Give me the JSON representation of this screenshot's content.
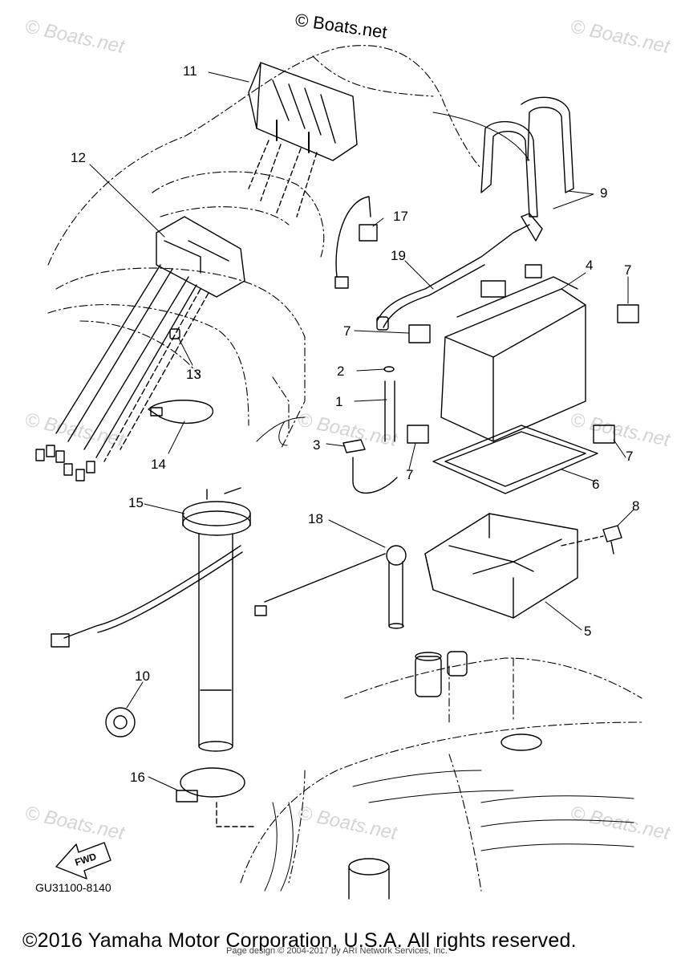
{
  "header_watermark": "© Boats.net",
  "watermark_text": "© Boats.net",
  "fwd_label": "FWD",
  "diagram_code": "GU31100-8140",
  "copyright": "©2016 Yamaha Motor Corporation, U.S.A. All rights reserved.",
  "page_design": "Page design © 2004-2017 by ARI Network Services, Inc.",
  "callouts": {
    "n1": "1",
    "n2": "2",
    "n3": "3",
    "n4": "4",
    "n5": "5",
    "n6": "6",
    "n7": "7",
    "n8": "8",
    "n9": "9",
    "n10": "10",
    "n11": "11",
    "n12": "12",
    "n13": "13",
    "n14": "14",
    "n15": "15",
    "n16": "16",
    "n17": "17",
    "n18": "18",
    "n19": "19"
  }
}
